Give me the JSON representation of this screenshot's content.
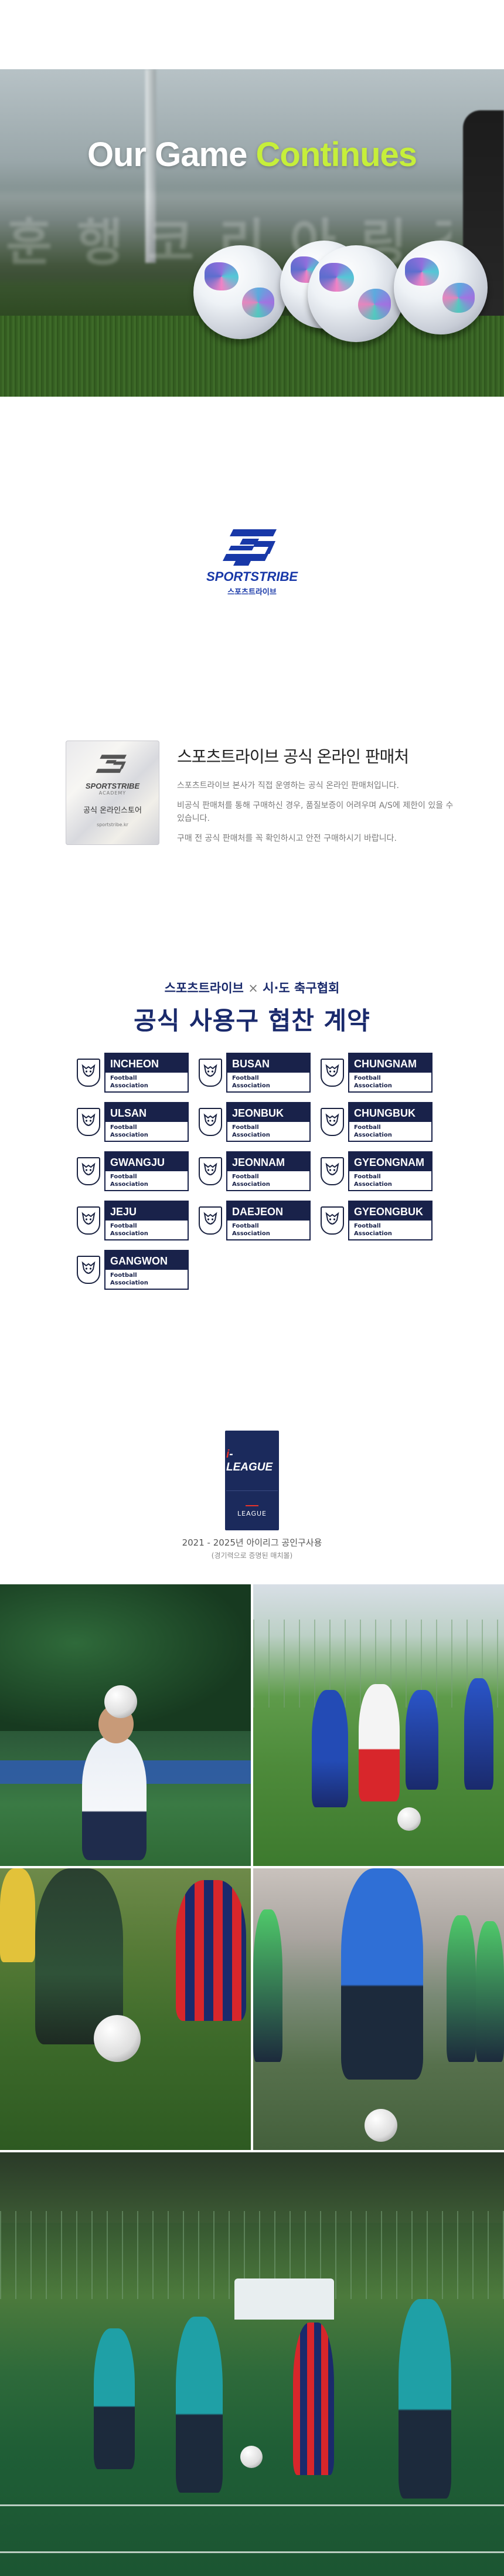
{
  "hero": {
    "title_white": "Our Game",
    "title_green": "Continues",
    "background_text": "훈 행 코 리 아 링 경 소 진"
  },
  "brand": {
    "wordmark": "SPORTSTRIBE",
    "korean_name": "스포츠트라이브",
    "color": "#1838a8"
  },
  "official_seller": {
    "badge": {
      "brand": "SPORTSTRIBE",
      "sub": "ACADEMY",
      "label": "공식 온라인스토어",
      "url": "sportstribe.kr"
    },
    "heading": "스포츠트라이브 공식 온라인 판매처",
    "paragraphs": [
      "스포츠트라이브 본사가 직접 운영하는 공식 온라인 판매처입니다.",
      "비공식 판매처를 통해 구매하신 경우, 품질보증이 어려우며 A/S에 제한이 있을 수 있습니다.",
      "구매 전 공식 판매처를 꼭 확인하시고 안전 구매하시기 바랍니다."
    ]
  },
  "partnership": {
    "subtitle_brand": "스포츠트라이브",
    "subtitle_x": "×",
    "subtitle_partner": "시·도 축구협회",
    "title": "공식 사용구 협찬 계약",
    "association_label": "Football Association",
    "associations": [
      "INCHEON",
      "BUSAN",
      "CHUNGNAM",
      "ULSAN",
      "JEONBUK",
      "CHUNGBUK",
      "GWANGJU",
      "JEONNAM",
      "GYEONGNAM",
      "JEJU",
      "DAEJEON",
      "GYEONGBUK",
      "GANGWON"
    ],
    "navy": "#19224a"
  },
  "ileague": {
    "badge_top_i": "i",
    "badge_top_text": "-LEAGUE",
    "badge_bottom": "LEAGUE",
    "line1": "2021 - 2025년 아이리그 공인구사용",
    "line2": "(경기력으로 증명된 매치볼)"
  }
}
